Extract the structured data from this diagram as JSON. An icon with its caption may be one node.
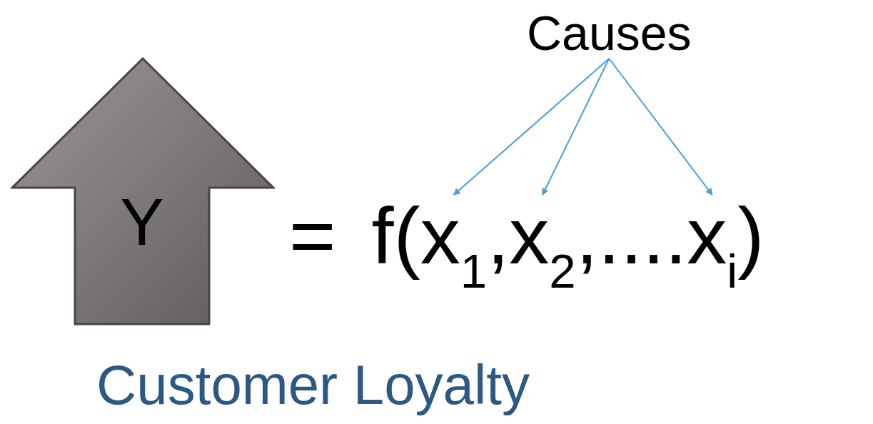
{
  "diagram": {
    "nodes": [
      {
        "text": [
          "Y"
        ],
        "beside": [
          "Customer Loyalty"
        ]
      },
      {
        "text": [
          "Causes"
        ]
      },
      {
        "text": [
          "x$_{1}$"
        ]
      },
      {
        "text": [
          "x$_{2}$"
        ]
      },
      {
        "text": [
          "x$_{i}$"
        ]
      }
    ],
    "edges": [
      {
        "from": 1,
        "to": 2,
        "arrow": "to"
      },
      {
        "from": 1,
        "to": 3,
        "arrow": "to"
      },
      {
        "from": 1,
        "to": 4,
        "arrow": "to"
      }
    ],
    "labels": [
      "=",
      "f(",
      ",",
      ",....",
      ")"
    ]
  }
}
